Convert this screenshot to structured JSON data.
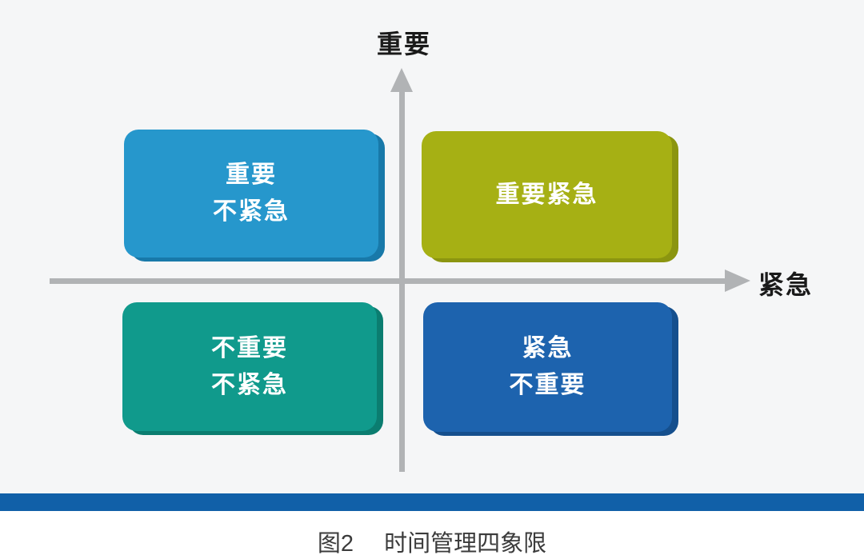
{
  "diagram": {
    "axes": {
      "y_label": "重要",
      "x_label": "紧急"
    },
    "quadrants": [
      {
        "id": "important-not-urgent",
        "lines": [
          "重要",
          "不紧急"
        ],
        "fill": "#2697CC",
        "edge": "#1879A9"
      },
      {
        "id": "important-urgent",
        "lines": [
          "重要紧急"
        ],
        "fill": "#A6B014",
        "edge": "#8B9510"
      },
      {
        "id": "not-important-not-urgent",
        "lines": [
          "不重要",
          "不紧急"
        ],
        "fill": "#109A8C",
        "edge": "#0B7D70"
      },
      {
        "id": "urgent-not-important",
        "lines": [
          "紧急",
          "不重要"
        ],
        "fill": "#1D63AE",
        "edge": "#154F8D"
      }
    ],
    "caption": {
      "figure_label": "图2",
      "title": "时间管理四象限"
    },
    "colors": {
      "background": "#F5F6F7",
      "axis": "#B1B3B5",
      "divider_bar": "#1160A8",
      "box_text": "#FFFFFF",
      "label_text": "#1A1A1A"
    }
  }
}
